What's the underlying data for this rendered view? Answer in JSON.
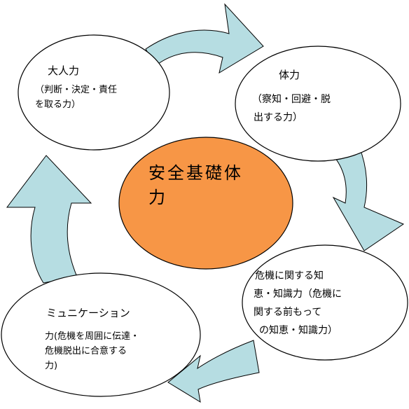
{
  "colors": {
    "arrow_fill": "#b6dde2",
    "center_fill": "#f79646",
    "outline": "#000000",
    "background": "#ffffff"
  },
  "center": {
    "line1": "安全基礎体",
    "line2": "力"
  },
  "nodes": {
    "top_left": {
      "title": "大人力",
      "line1": "（判断・決定・責任",
      "line2": "を取る力）"
    },
    "top_right": {
      "title": "体力",
      "line1": "（察知・回避・脱",
      "line2": "出する力）"
    },
    "bottom_right": {
      "line1": "危機に関する知",
      "line2": "恵・知識力（危機に",
      "line3": "関する前もって",
      "line4": "の知恵・知識力）"
    },
    "bottom_left": {
      "line1": "ミュニケーション",
      "line2": "力(危機を周囲に伝達・",
      "line3": "危機脱出に合意する",
      "line4": "力)"
    }
  }
}
